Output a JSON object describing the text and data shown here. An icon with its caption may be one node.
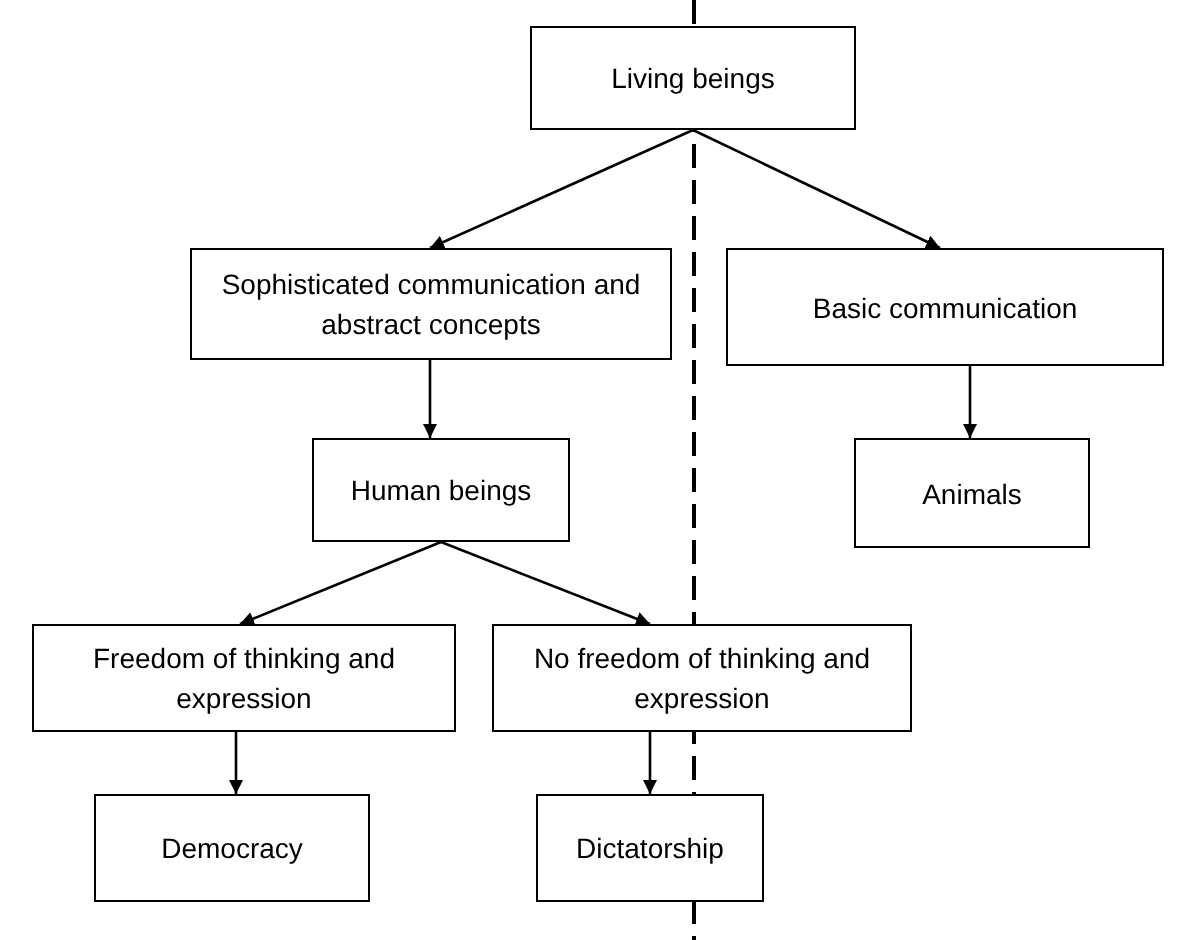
{
  "diagram": {
    "nodes": [
      {
        "text": [
          "Living beings"
        ]
      },
      {
        "text": [
          "Sophisticated communication and abstract concepts"
        ]
      },
      {
        "text": [
          "Basic communication"
        ]
      },
      {
        "text": [
          "Human beings"
        ]
      },
      {
        "text": [
          "Animals"
        ]
      },
      {
        "text": [
          "Freedom of thinking and expression"
        ]
      },
      {
        "text": [
          "No freedom of thinking and expression"
        ]
      },
      {
        "text": [
          "Democracy"
        ]
      },
      {
        "text": [
          "Dictatorship"
        ]
      }
    ],
    "edges": [
      {
        "from": 0,
        "to": 1,
        "arrow": "to"
      },
      {
        "from": 0,
        "to": 2,
        "arrow": "to"
      },
      {
        "from": 1,
        "to": 3,
        "arrow": "to"
      },
      {
        "from": 2,
        "to": 4,
        "arrow": "to"
      },
      {
        "from": 3,
        "to": 5,
        "arrow": "to"
      },
      {
        "from": 3,
        "to": 6,
        "arrow": "to"
      },
      {
        "from": 5,
        "to": 7,
        "arrow": "to"
      },
      {
        "from": 6,
        "to": 8,
        "arrow": "to"
      }
    ]
  }
}
